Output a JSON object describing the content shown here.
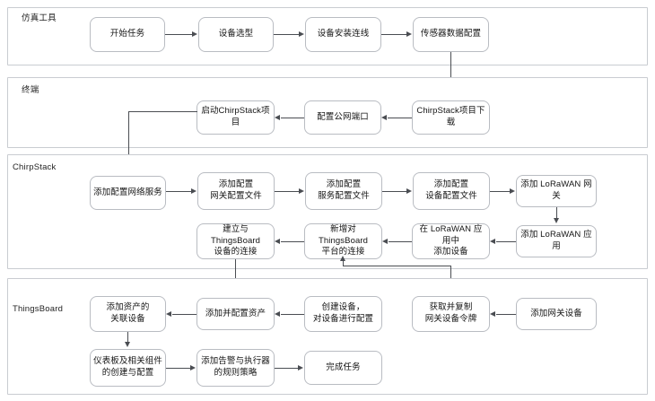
{
  "diagram": {
    "type": "swimlane-flowchart",
    "title": "",
    "background": "#ffffff",
    "lane_border_color": "#c9ccd1",
    "node_border_color": "#b9bcc2",
    "connector_color": "#4a4d52",
    "text_color": "#151515"
  },
  "lanes": [
    {
      "id": "lane-simulation",
      "label": "仿真工具",
      "nodes": [
        {
          "id": "n1",
          "label": "开始任务"
        },
        {
          "id": "n2",
          "label": "设备选型"
        },
        {
          "id": "n3",
          "label": "设备安装连线"
        },
        {
          "id": "n4",
          "label": "传感器数据配置"
        }
      ]
    },
    {
      "id": "lane-terminal",
      "label": "终端",
      "nodes": [
        {
          "id": "n5",
          "label": "启动ChirpStack项目"
        },
        {
          "id": "n6",
          "label": "配置公网端口"
        },
        {
          "id": "n7",
          "label": "ChirpStack项目下载"
        }
      ]
    },
    {
      "id": "lane-chirpstack",
      "label": "ChirpStack",
      "nodes": [
        {
          "id": "n8",
          "label": "添加配置网络服务"
        },
        {
          "id": "n9",
          "line1": "添加配置",
          "line2": "网关配置文件"
        },
        {
          "id": "n10",
          "line1": "添加配置",
          "line2": "服务配置文件"
        },
        {
          "id": "n11",
          "line1": "添加配置",
          "line2": "设备配置文件"
        },
        {
          "id": "n12",
          "label": "添加 LoRaWAN 网关"
        },
        {
          "id": "n13",
          "label": "添加 LoRaWAN 应用"
        },
        {
          "id": "n14",
          "line1": "在 LoRaWAN 应用中",
          "line2": "添加设备"
        },
        {
          "id": "n15",
          "line1": "新增对ThingsBoard",
          "line2": "平台的连接"
        },
        {
          "id": "n16",
          "line1": "建立与ThingsBoard",
          "line2": "设备的连接"
        }
      ]
    },
    {
      "id": "lane-thingsboard",
      "label": "ThingsBoard",
      "nodes": [
        {
          "id": "n17",
          "label": "添加网关设备"
        },
        {
          "id": "n18",
          "line1": "获取并复制",
          "line2": "网关设备令牌"
        },
        {
          "id": "n19",
          "line1": "创建设备，",
          "line2": "对设备进行配置"
        },
        {
          "id": "n20",
          "label": "添加并配置资产"
        },
        {
          "id": "n21",
          "line1": "添加资产的",
          "line2": "关联设备"
        },
        {
          "id": "n22",
          "line1": "仪表板及相关组件",
          "line2": "的创建与配置"
        },
        {
          "id": "n23",
          "line1": "添加告警与执行器",
          "line2": "的规则策略"
        },
        {
          "id": "n24",
          "label": "完成任务"
        }
      ]
    }
  ]
}
